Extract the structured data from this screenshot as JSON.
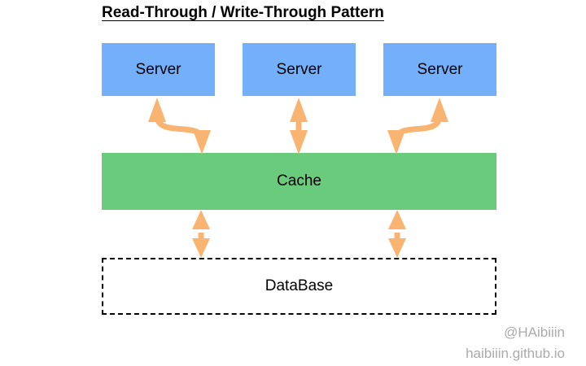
{
  "diagram": {
    "title": "Read-Through / Write-Through Pattern",
    "type": "architecture-diagram",
    "background_color": "#ffffff",
    "colors": {
      "server_fill": "#74B0FA",
      "cache_fill": "#69CB7B",
      "database_stroke": "#000000",
      "arrow": "#F9B471",
      "title_text": "#000000",
      "watermark_text": "#ABABAB"
    },
    "nodes": {
      "servers": [
        {
          "label": "Server"
        },
        {
          "label": "Server"
        },
        {
          "label": "Server"
        }
      ],
      "cache": {
        "label": "Cache"
      },
      "database": {
        "label": "DataBase"
      }
    },
    "connections": [
      {
        "from": "Server 1",
        "to": "Cache",
        "style": "curved-bidirectional"
      },
      {
        "from": "Server 2",
        "to": "Cache",
        "style": "straight-bidirectional"
      },
      {
        "from": "Server 3",
        "to": "Cache",
        "style": "curved-bidirectional"
      },
      {
        "from": "Cache",
        "to": "DataBase",
        "style": "bidirectional-split"
      },
      {
        "from": "Cache",
        "to": "DataBase",
        "style": "bidirectional-split"
      }
    ]
  },
  "watermark": {
    "handle": "@HAibiiin",
    "site": "haibiiin.github.io"
  }
}
